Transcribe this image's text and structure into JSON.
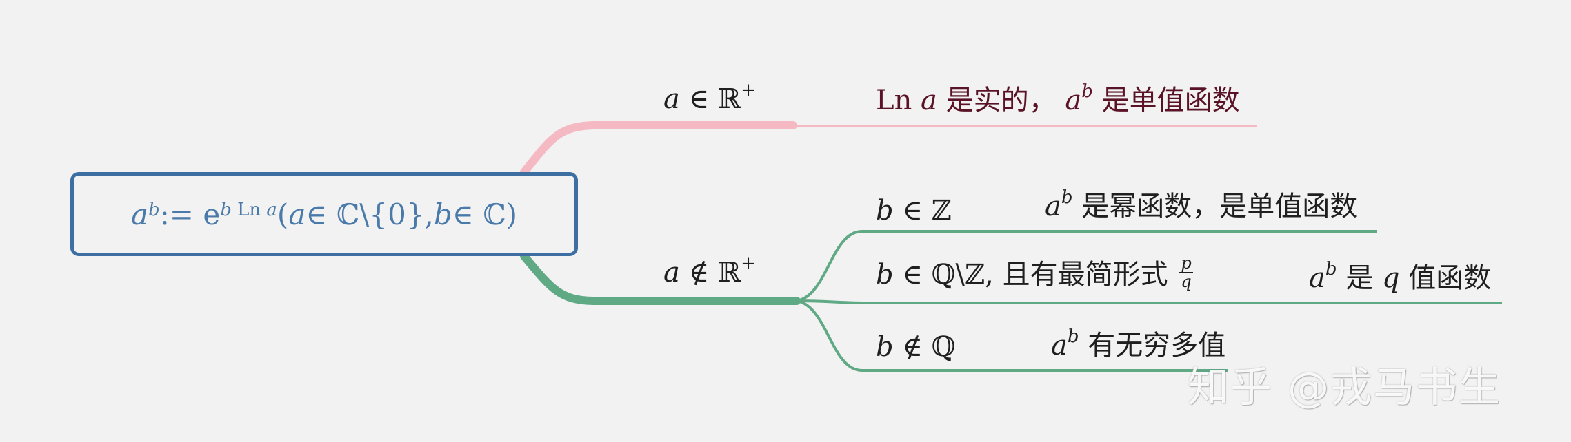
{
  "colors": {
    "background": "#f2f2f2",
    "root_border": "#3d6fa3",
    "root_text": "#4a7aaa",
    "branch_pink": "#f4b9c3",
    "branch_green": "#5fa985",
    "text_dark": "#1f1f1f",
    "text_red": "#5a1326"
  },
  "root": {
    "a": "a",
    "b_sup": "b",
    "assign": " := e",
    "exp_b": "b",
    "exp_ln": " Ln ",
    "exp_a": "a",
    "open": " (",
    "a2": "a",
    "in_c_minus": " ∈ ℂ\\{0}, ",
    "b2": "b",
    "in_c": " ∈ ℂ)"
  },
  "branch_positive": {
    "var": "a",
    "rel": " ∈ ℝ",
    "sup": "+",
    "result": {
      "ln": "Ln ",
      "a": "a",
      "text1": " 是实的，  ",
      "pow_a": "a",
      "pow_b": "b",
      "text2": " 是单值函数"
    }
  },
  "branch_nonpositive": {
    "var": "a",
    "rel": " ∉ ℝ",
    "sup": "+",
    "cases": [
      {
        "var": "b",
        "rel": " ∈ ℤ",
        "result_a": "a",
        "result_b": "b",
        "result_text": " 是幂函数，是单值函数"
      },
      {
        "var": "b",
        "rel": " ∈ ℚ\\ℤ, 且有最简形式 ",
        "frac_num": "p",
        "frac_den": "q",
        "result_a": "a",
        "result_b": "b",
        "result_text": " 是 ",
        "result_q": "q",
        "result_text2": " 值函数"
      },
      {
        "var": "b",
        "rel": " ∉ ℚ",
        "result_a": "a",
        "result_b": "b",
        "result_text": " 有无穷多值"
      }
    ]
  },
  "watermark": "知乎 @戎马书生"
}
